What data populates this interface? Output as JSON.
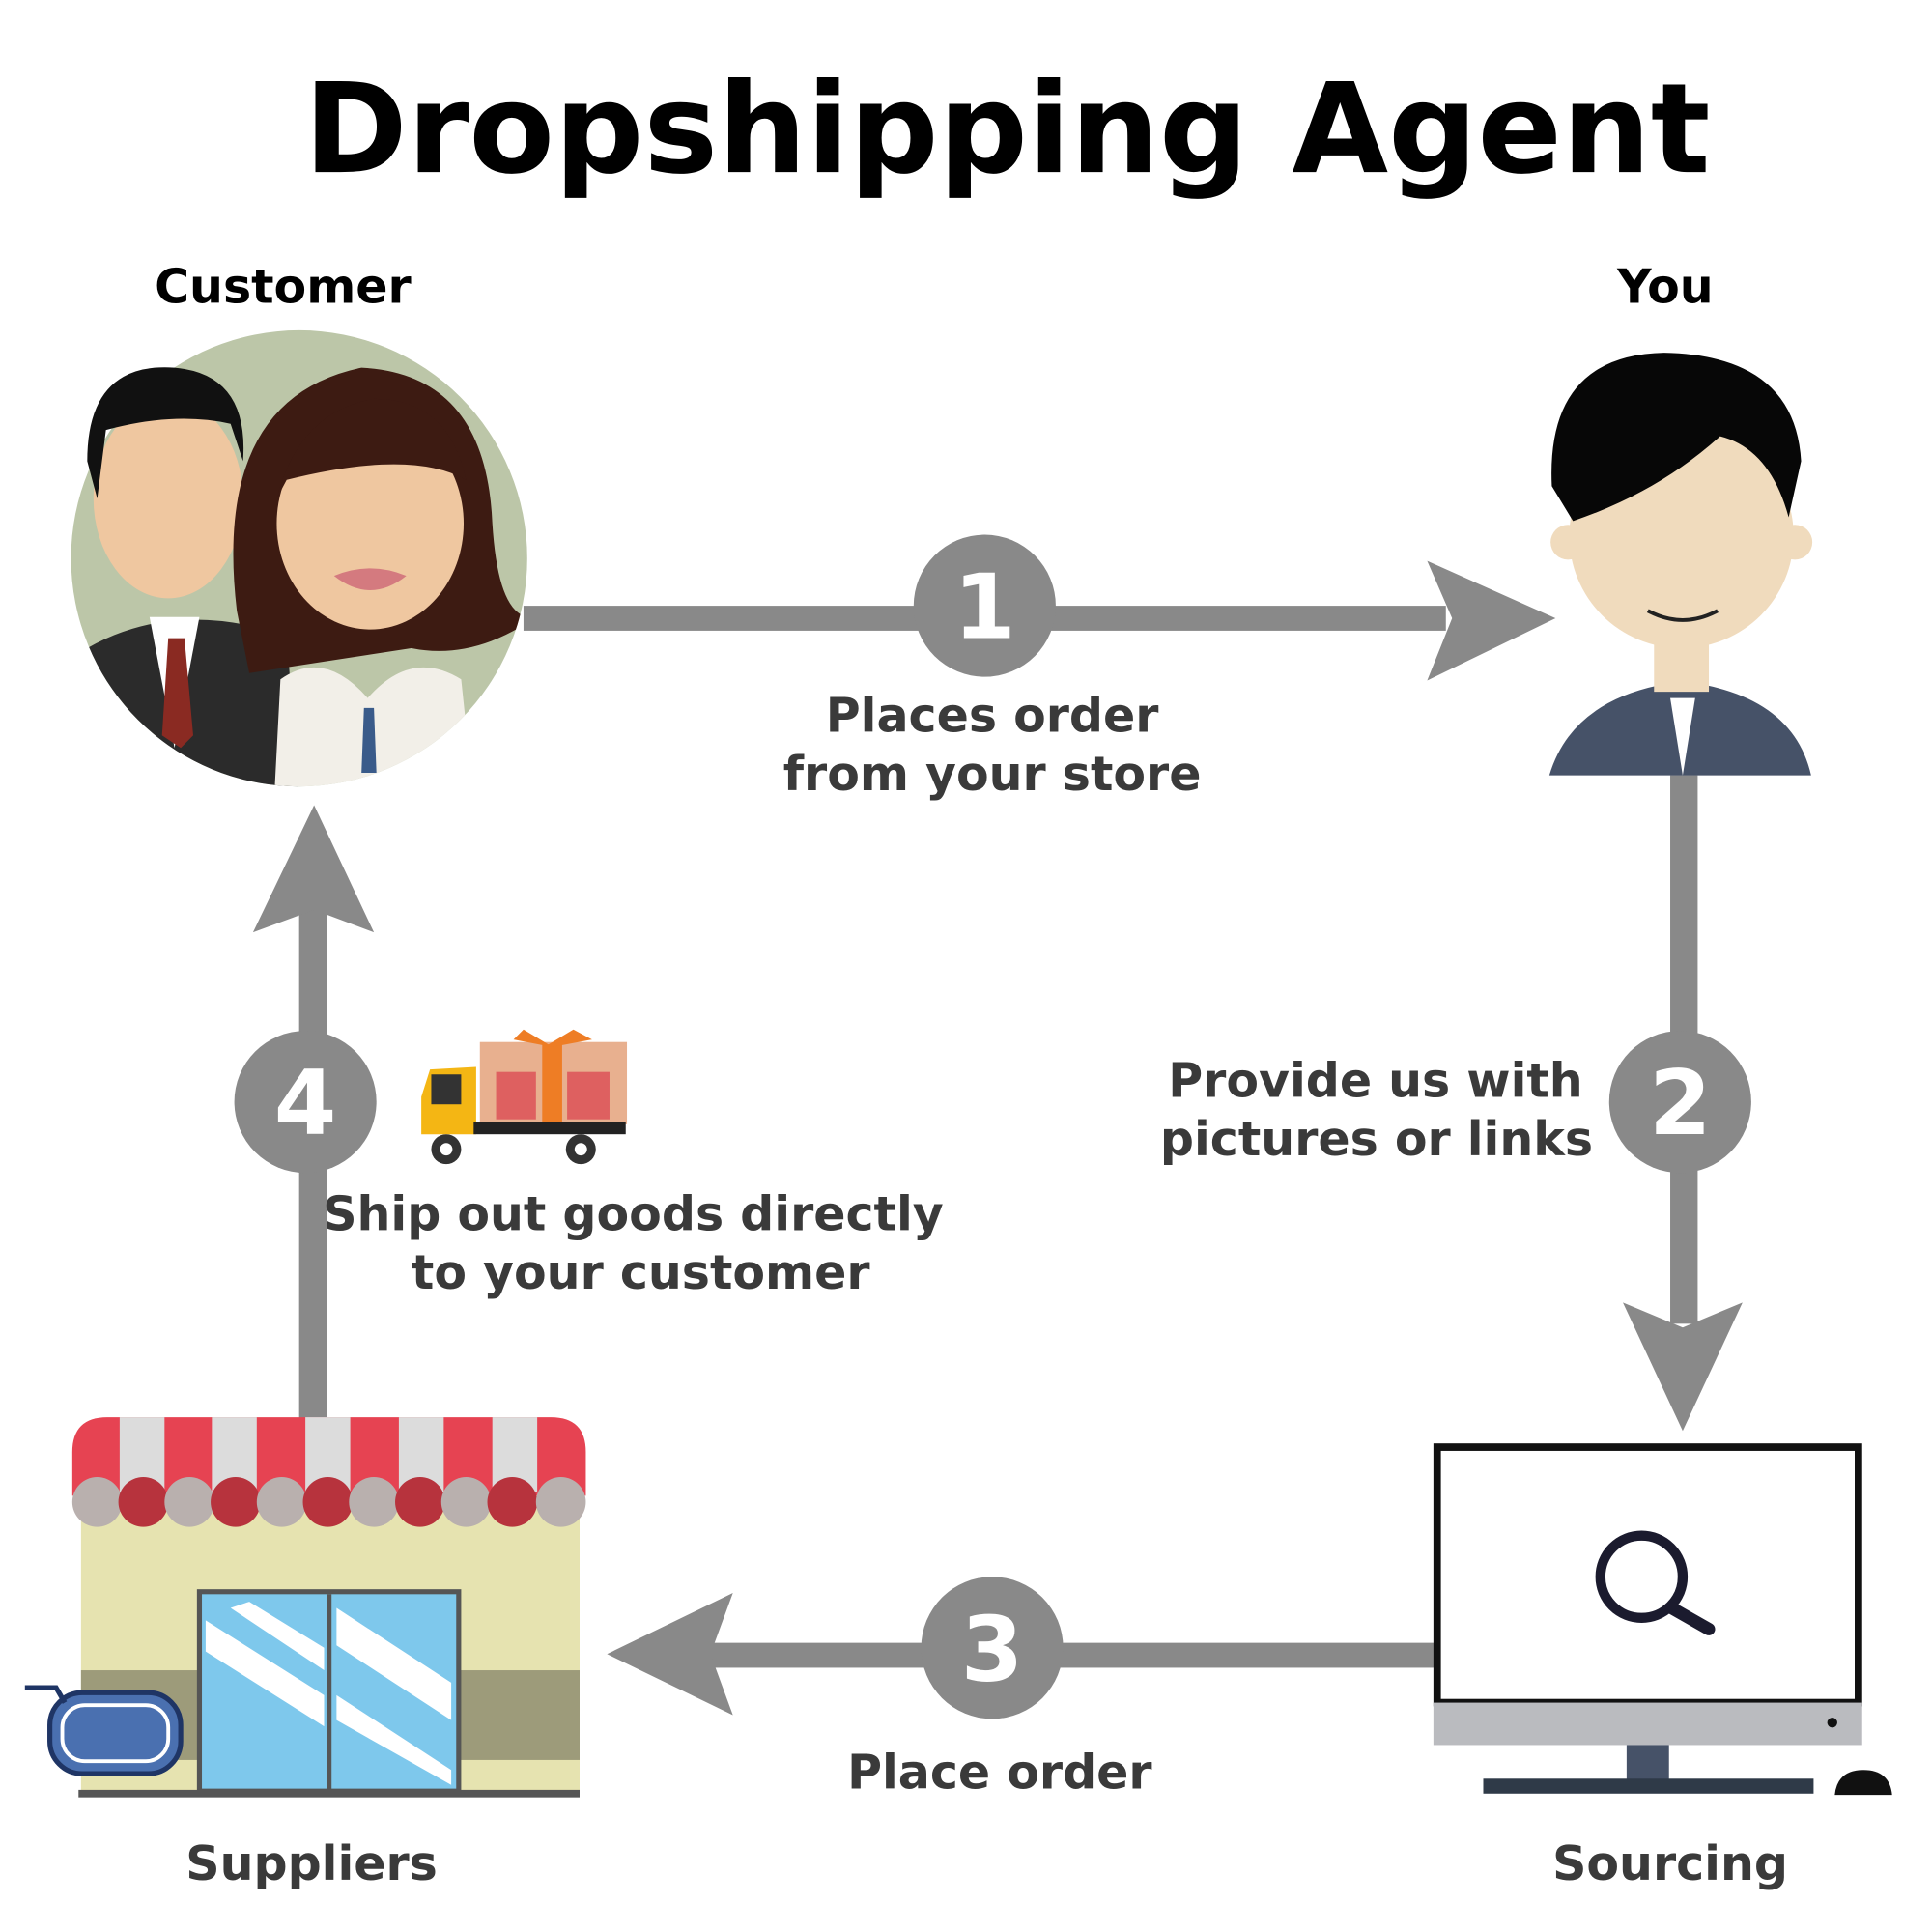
{
  "title": "Dropshipping Agent",
  "nodes": {
    "customer": "Customer",
    "you": "You",
    "suppliers": "Suppliers",
    "sourcing": "Sourcing"
  },
  "steps": [
    {
      "number": "1",
      "line1": "Places order",
      "line2": "from your store"
    },
    {
      "number": "2",
      "line1": "Provide us with",
      "line2": "pictures or links"
    },
    {
      "number": "3",
      "line1": "Place order",
      "line2": ""
    },
    {
      "number": "4",
      "line1": "Ship out goods directly",
      "line2": "to your customer"
    }
  ],
  "colors": {
    "arrow": "#898989",
    "awning_red": "#e64352",
    "screen_frame": "#111111"
  }
}
